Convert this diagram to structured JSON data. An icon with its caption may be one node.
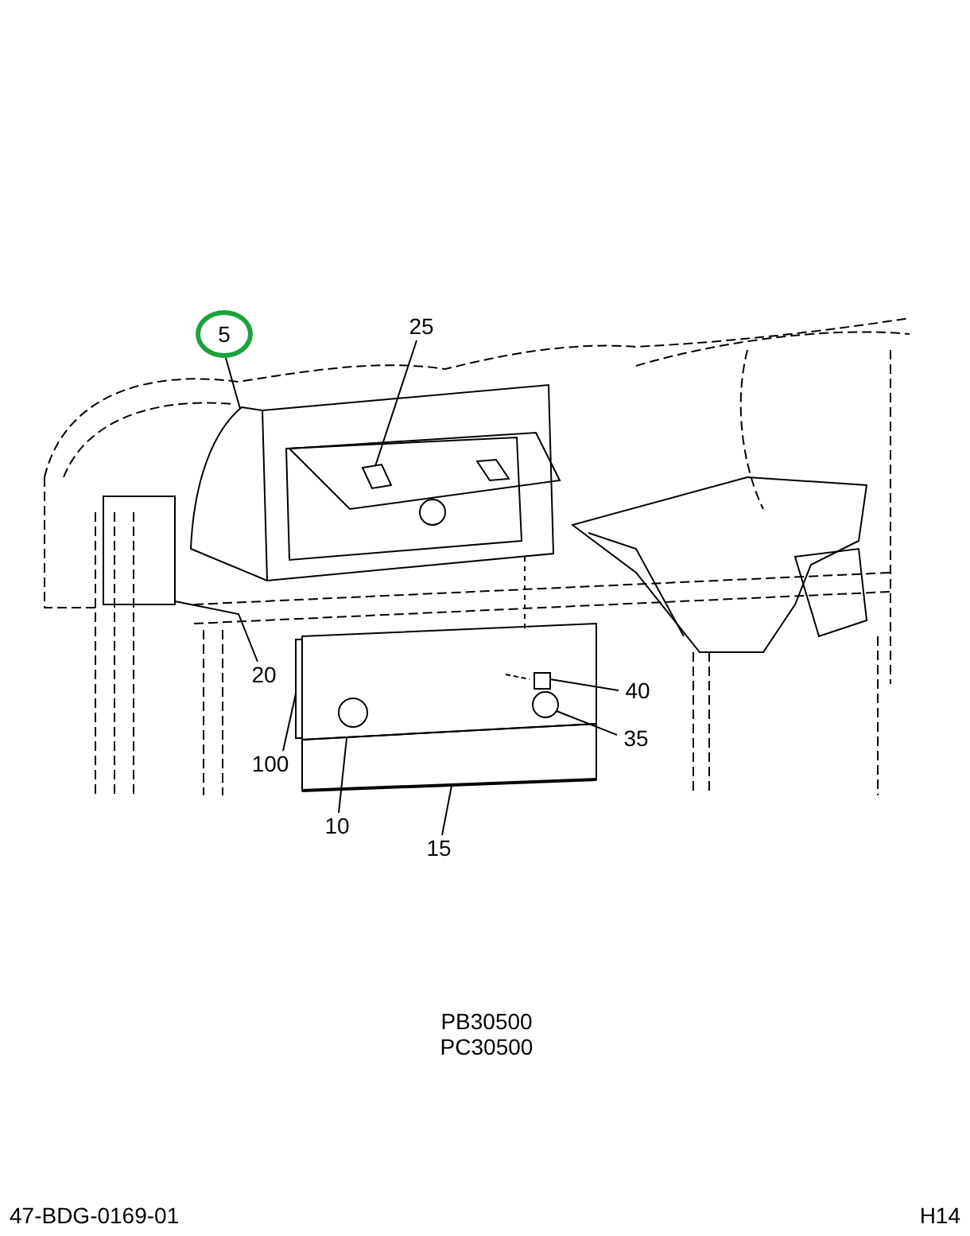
{
  "diagram": {
    "nodes": [
      {
        "text": [
          "5"
        ]
      },
      {
        "text": [
          "25"
        ]
      },
      {
        "text": [
          "20"
        ]
      },
      {
        "text": [
          "40"
        ]
      },
      {
        "text": [
          "35"
        ]
      },
      {
        "text": [
          "100"
        ]
      },
      {
        "text": [
          "10"
        ]
      },
      {
        "text": [
          "15"
        ]
      },
      {
        "text": [],
        "shape": "picture"
      },
      {
        "text": [],
        "shape": "picture",
        "in": 8
      },
      {
        "text": [],
        "shape": "box"
      },
      {
        "text": [],
        "shape": "box",
        "in": 13
      },
      {
        "text": [],
        "shape": "circle",
        "in": 13
      },
      {
        "text": [],
        "shape": "picture"
      },
      {
        "text": [],
        "shape": "bar"
      },
      {
        "text": [],
        "shape": "picture"
      }
    ],
    "edges": [
      {
        "from": 0,
        "to": 8,
        "arrow": "none"
      },
      {
        "from": 1,
        "to": 9,
        "arrow": "none"
      },
      {
        "from": 2,
        "to": 10,
        "arrow": "none"
      },
      {
        "from": 3,
        "to": 11,
        "arrow": "none"
      },
      {
        "from": 4,
        "to": 12,
        "arrow": "none"
      },
      {
        "from": 5,
        "to": 14,
        "arrow": "none"
      },
      {
        "from": 6,
        "to": 13,
        "arrow": "none"
      },
      {
        "from": 7,
        "to": 15,
        "arrow": "none"
      },
      {
        "from": 8,
        "to": 13,
        "arrow": "none",
        "style": "dashed"
      }
    ],
    "labels": [
      "PB30500",
      "PC30500",
      "47-BDG-0169-01",
      "H14"
    ]
  }
}
